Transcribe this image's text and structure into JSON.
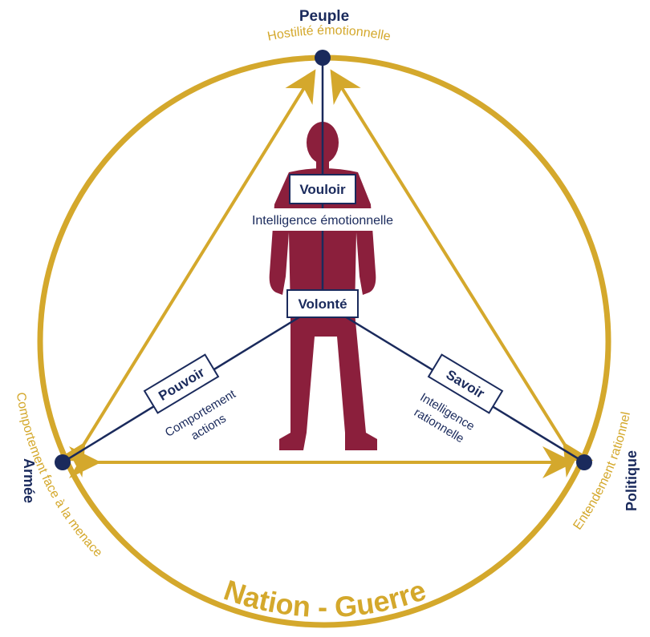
{
  "colors": {
    "gold": "#d4a82c",
    "navy": "#1a2a5c",
    "figure": "#8b1f3c",
    "label_box_border": "#1a2a5c"
  },
  "nodes": {
    "top": {
      "title": "Peuple",
      "subtitle": "Hostilité émotionnelle"
    },
    "left": {
      "title": "Armée",
      "subtitle": "Comportement face à la menace"
    },
    "right": {
      "title": "Politique",
      "subtitle": "Entendement rationnel"
    }
  },
  "center": {
    "vouloir": "Vouloir",
    "vouloir_caption": "Intelligence émotionnelle",
    "volonte": "Volonté",
    "pouvoir": "Pouvoir",
    "pouvoir_caption_line1": "Comportement",
    "pouvoir_caption_line2": "actions",
    "savoir": "Savoir",
    "savoir_caption_line1": "Intelligence",
    "savoir_caption_line2": "rationnelle"
  },
  "footer": {
    "title": "Nation - Guerre"
  },
  "icons": {
    "figure": "person-silhouette-icon"
  }
}
